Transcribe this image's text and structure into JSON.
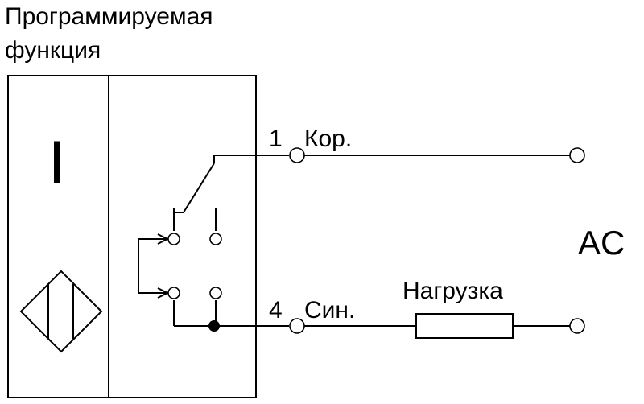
{
  "title_line1": "Программируемая",
  "title_line2": "функция",
  "sensor_symbol": "I",
  "terminal_1_number": "1",
  "terminal_1_label": "Кор.",
  "terminal_4_number": "4",
  "terminal_4_label": "Син.",
  "load_label": "Нагрузка",
  "supply_label": "AC"
}
